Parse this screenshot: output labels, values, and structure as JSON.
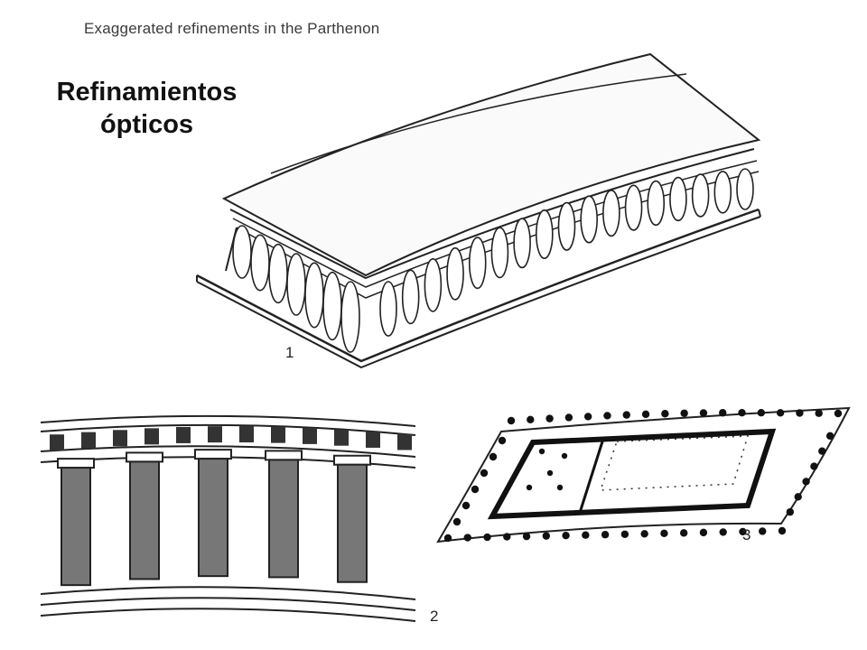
{
  "caption": "Exaggerated refinements in the Parthenon",
  "title_line1": "Refinamientos",
  "title_line2": "ópticos",
  "fig_labels": [
    "1",
    "2",
    "3"
  ]
}
